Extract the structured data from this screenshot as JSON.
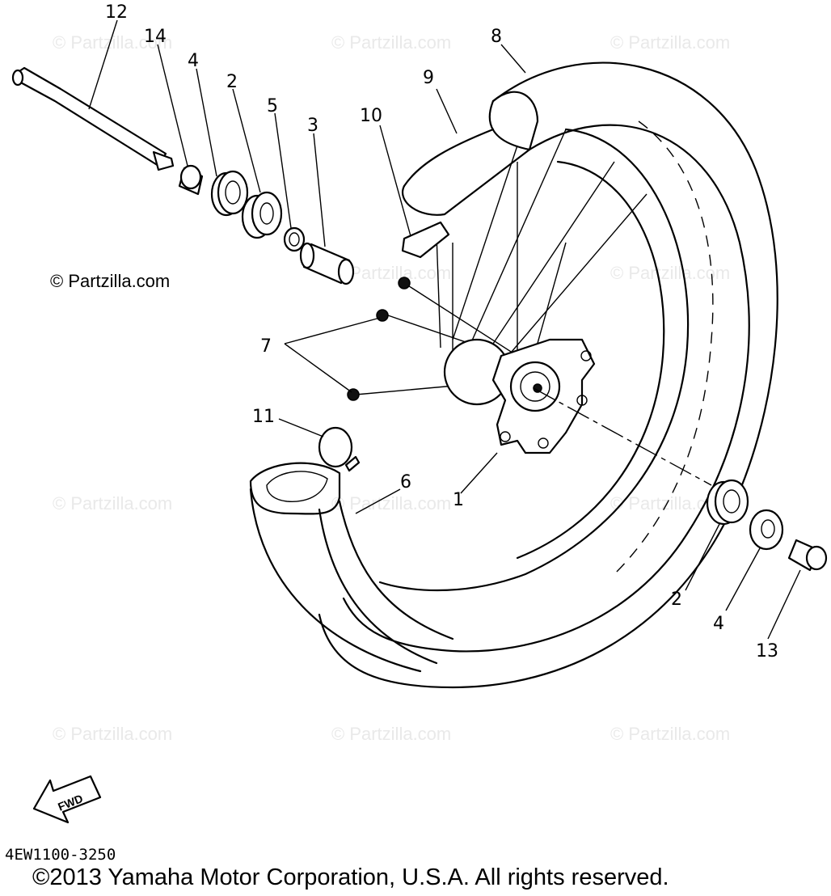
{
  "watermark": "© Partzilla.com",
  "callouts": {
    "c12": "12",
    "c14": "14",
    "c4a": "4",
    "c2a": "2",
    "c5": "5",
    "c3": "3",
    "c10": "10",
    "c9": "9",
    "c8": "8",
    "c7": "7",
    "c11": "11",
    "c6": "6",
    "c1": "1",
    "c2b": "2",
    "c4b": "4",
    "c13": "13"
  },
  "fwd_label": "FWD",
  "diagram_code": "4EW1100-3250",
  "copyright": "©2013  Yamaha Motor Corporation, U.S.A. All rights reserved."
}
